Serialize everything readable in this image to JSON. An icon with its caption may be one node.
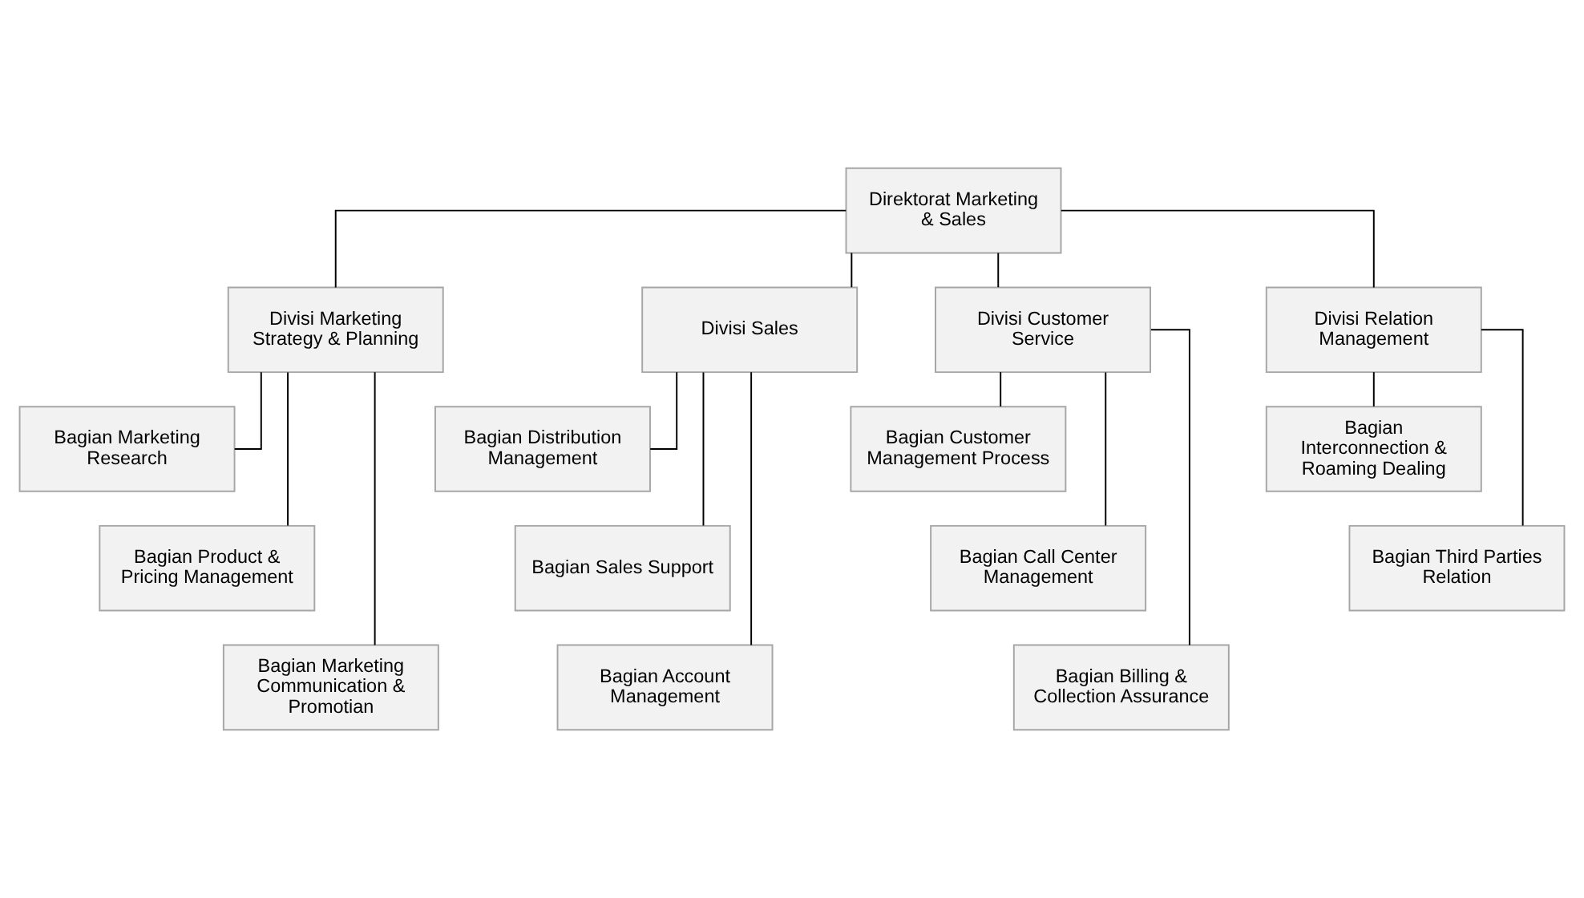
{
  "diagram": {
    "nodes": [
      {
        "text": [
          "Direktorat Marketing & Sales"
        ]
      },
      {
        "text": [
          "Divisi Marketing Strategy & Planning"
        ]
      },
      {
        "text": [
          "Divisi Sales"
        ]
      },
      {
        "text": [
          "Divisi Customer Service"
        ]
      },
      {
        "text": [
          "Divisi Relation Management"
        ]
      },
      {
        "text": [
          "Bagian Marketing Research"
        ]
      },
      {
        "text": [
          "Bagian Product & Pricing Management"
        ]
      },
      {
        "text": [
          "Bagian Marketing Communication & Promotian"
        ]
      },
      {
        "text": [
          "Bagian Distribution Management"
        ]
      },
      {
        "text": [
          "Bagian Sales Support"
        ]
      },
      {
        "text": [
          "Bagian Account Management"
        ]
      },
      {
        "text": [
          "Bagian Customer Management Process"
        ]
      },
      {
        "text": [
          "Bagian Call Center Management"
        ]
      },
      {
        "text": [
          "Bagian Billing & Collection Assurance"
        ]
      },
      {
        "text": [
          "Bagian Interconnection & Roaming Dealing"
        ]
      },
      {
        "text": [
          "Bagian Third Parties Relation"
        ]
      }
    ],
    "edges": [
      {
        "from": 0,
        "to": 1,
        "arrow": "none"
      },
      {
        "from": 0,
        "to": 2,
        "arrow": "none"
      },
      {
        "from": 0,
        "to": 3,
        "arrow": "none"
      },
      {
        "from": 0,
        "to": 4,
        "arrow": "none"
      },
      {
        "from": 1,
        "to": 5,
        "arrow": "none"
      },
      {
        "from": 1,
        "to": 6,
        "arrow": "none"
      },
      {
        "from": 1,
        "to": 7,
        "arrow": "none"
      },
      {
        "from": 2,
        "to": 8,
        "arrow": "none"
      },
      {
        "from": 2,
        "to": 9,
        "arrow": "none"
      },
      {
        "from": 2,
        "to": 10,
        "arrow": "none"
      },
      {
        "from": 3,
        "to": 11,
        "arrow": "none"
      },
      {
        "from": 3,
        "to": 12,
        "arrow": "none"
      },
      {
        "from": 3,
        "to": 13,
        "arrow": "none"
      },
      {
        "from": 4,
        "to": 14,
        "arrow": "none"
      },
      {
        "from": 4,
        "to": 15,
        "arrow": "none"
      }
    ]
  }
}
